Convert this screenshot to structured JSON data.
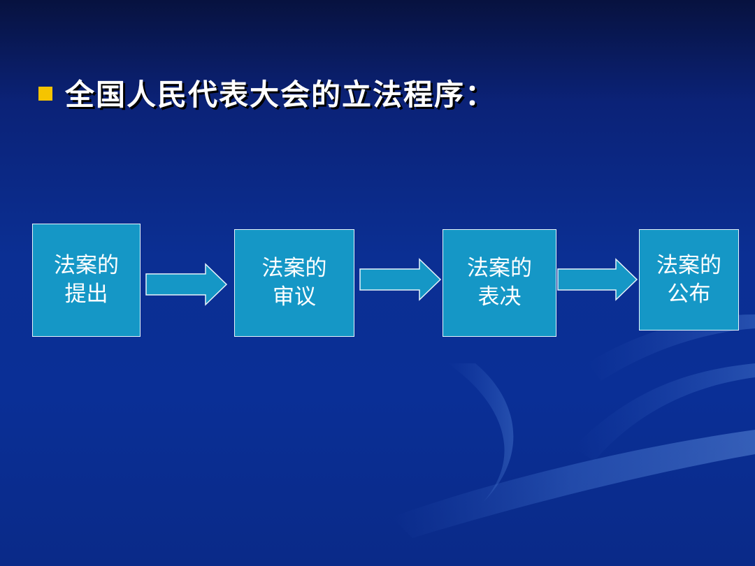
{
  "slide": {
    "title": "全国人民代表大会的立法程序：",
    "bullet_color": "#f5c400",
    "box_fill": "#1597c6",
    "arrow_fill": "#1597c6",
    "background": "#0b2f93"
  },
  "steps": [
    {
      "line1": "法案的",
      "line2": "提出"
    },
    {
      "line1": "法案的",
      "line2": "审议"
    },
    {
      "line1": "法案的",
      "line2": "表决"
    },
    {
      "line1": "法案的",
      "line2": "公布"
    }
  ],
  "connector_icon": "right-arrow"
}
